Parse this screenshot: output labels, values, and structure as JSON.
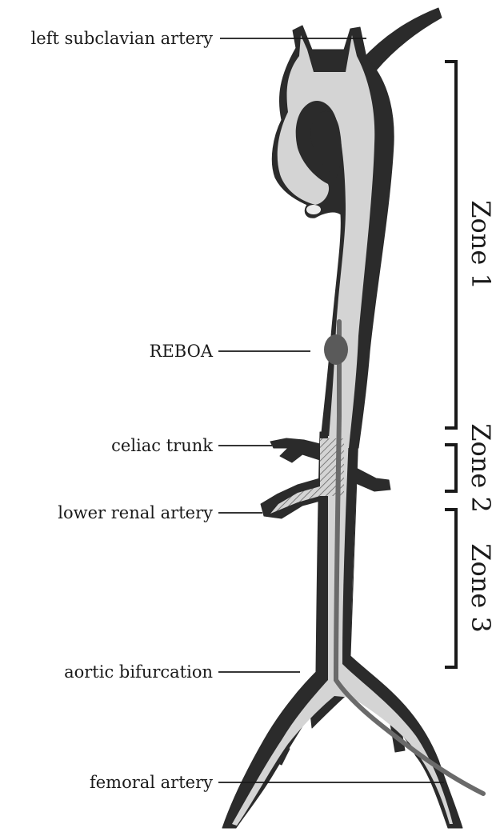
{
  "labels": {
    "left_subclavian": "left subclavian artery",
    "reboa": "REBOA",
    "celiac": "celiac trunk",
    "renal": "lower renal artery",
    "bifurcation": "aortic bifurcation",
    "femoral": "femoral artery"
  },
  "zones": {
    "zone1": "Zone 1",
    "zone2": "Zone 2",
    "zone3": "Zone 3"
  },
  "colors": {
    "wall": "#2b2b2b",
    "lumen": "#d4d4d4",
    "catheter": "#6a6a6a",
    "balloon": "#5a5a5a",
    "ink": "#1a1a1a"
  }
}
